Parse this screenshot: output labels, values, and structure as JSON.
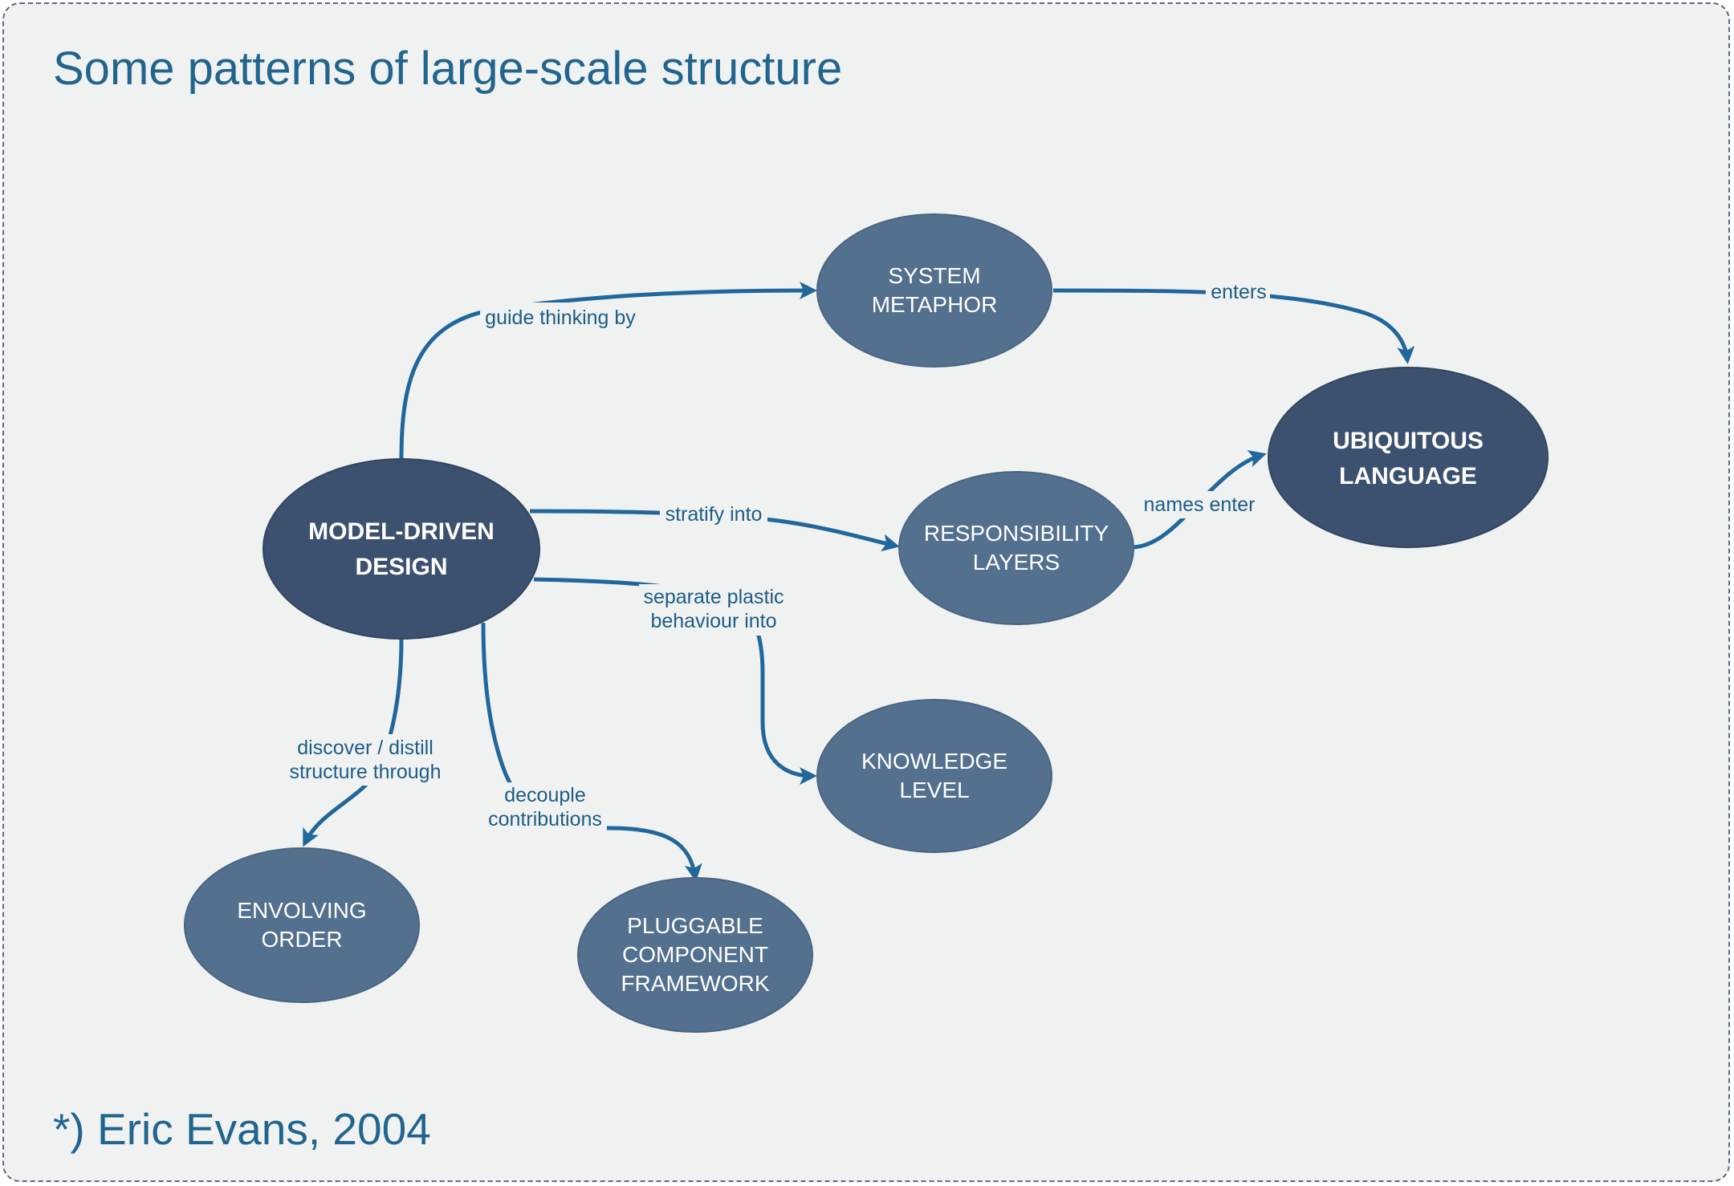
{
  "title": "Some patterns of large-scale structure",
  "credit": "*) Eric Evans, 2004",
  "colors": {
    "frame_background": "#f0f2f2",
    "frame_border": "#5a6b80",
    "title_text": "#21658f",
    "node_primary": "#3c5170",
    "node_secondary": "#53708f",
    "edge": "#22679b",
    "edge_label": "#1d5c86"
  },
  "nodes": {
    "model_driven_design": {
      "lines": [
        "MODEL-DRIVEN",
        "DESIGN"
      ],
      "style": "primary"
    },
    "ubiquitous_language": {
      "lines": [
        "UBIQUITOUS",
        "LANGUAGE"
      ],
      "style": "primary"
    },
    "system_metaphor": {
      "lines": [
        "SYSTEM",
        "METAPHOR"
      ],
      "style": "secondary"
    },
    "responsibility_layers": {
      "lines": [
        "RESPONSIBILITY",
        "LAYERS"
      ],
      "style": "secondary"
    },
    "knowledge_level": {
      "lines": [
        "KNOWLEDGE",
        "LEVEL"
      ],
      "style": "secondary"
    },
    "envolving_order": {
      "lines": [
        "ENVOLVING",
        "ORDER"
      ],
      "style": "secondary"
    },
    "pluggable_component_framework": {
      "lines": [
        "PLUGGABLE",
        "COMPONENT",
        "FRAMEWORK"
      ],
      "style": "secondary"
    }
  },
  "edges": [
    {
      "id": "guide-thinking-by",
      "from": "model_driven_design",
      "to": "system_metaphor",
      "label": [
        "guide thinking by"
      ]
    },
    {
      "id": "enters",
      "from": "system_metaphor",
      "to": "ubiquitous_language",
      "label": [
        "enters"
      ]
    },
    {
      "id": "stratify-into",
      "from": "model_driven_design",
      "to": "responsibility_layers",
      "label": [
        "stratify into"
      ]
    },
    {
      "id": "names-enter",
      "from": "responsibility_layers",
      "to": "ubiquitous_language",
      "label": [
        "names enter"
      ]
    },
    {
      "id": "separate-plastic",
      "from": "model_driven_design",
      "to": "knowledge_level",
      "label": [
        "separate plastic",
        "behaviour into"
      ]
    },
    {
      "id": "discover-distill",
      "from": "model_driven_design",
      "to": "envolving_order",
      "label": [
        "discover / distill",
        "structure through"
      ]
    },
    {
      "id": "decouple-contributions",
      "from": "model_driven_design",
      "to": "pluggable_component_framework",
      "label": [
        "decouple",
        "contributions"
      ]
    }
  ]
}
